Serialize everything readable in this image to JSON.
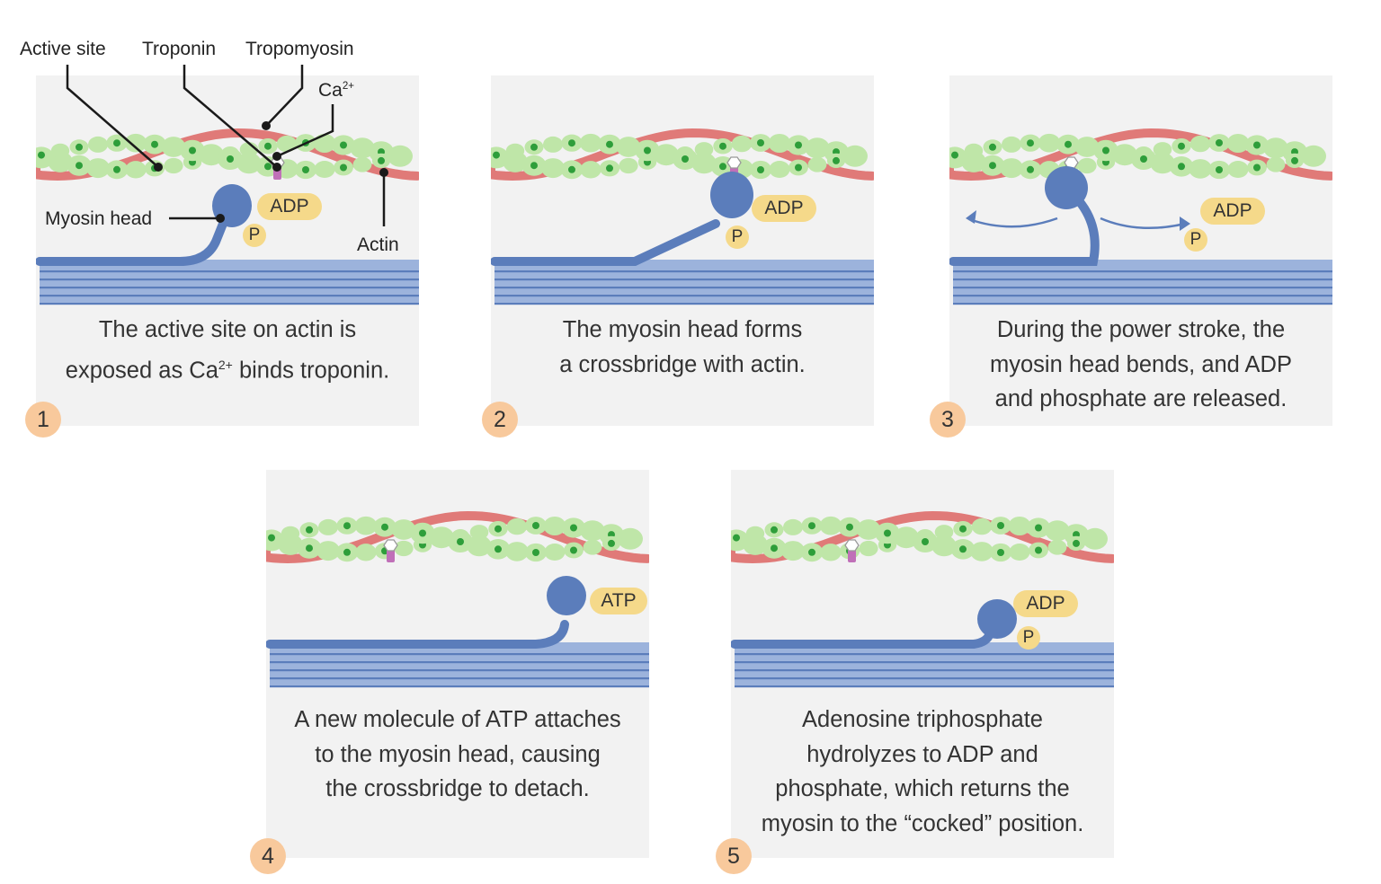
{
  "callouts": {
    "active_site": "Active site",
    "troponin": "Troponin",
    "tropomyosin": "Tropomyosin",
    "calcium": "Ca",
    "calcium_charge": "2+",
    "myosin_head": "Myosin head",
    "actin": "Actin"
  },
  "steps": [
    {
      "number": "1",
      "caption_lines": [
        "The active site on actin is",
        "exposed as Ca",
        "2+",
        " binds troponin."
      ],
      "labels": [
        "ADP",
        "P"
      ]
    },
    {
      "number": "2",
      "caption_lines": [
        "The myosin head forms",
        "a crossbridge with actin."
      ],
      "labels": [
        "ADP",
        "P"
      ]
    },
    {
      "number": "3",
      "caption_lines": [
        "During the power stroke, the",
        "myosin head bends, and ADP",
        "and phosphate are released."
      ],
      "labels": [
        "ADP",
        "P"
      ]
    },
    {
      "number": "4",
      "caption_lines": [
        "A new molecule of ATP attaches",
        "to the myosin head, causing",
        "the crossbridge to detach."
      ],
      "labels": [
        "ATP"
      ]
    },
    {
      "number": "5",
      "caption_lines": [
        "Adenosine triphosphate",
        "hydrolyzes to ADP and",
        "phosphate, which returns the",
        "myosin to the “cocked” position."
      ],
      "labels": [
        "ADP",
        "P"
      ]
    }
  ],
  "colors": {
    "panel_bg": "#f2f2f2",
    "actin_bead": "#bfe6a8",
    "actin_dot": "#2e9e3a",
    "tropomyosin": "#e07a78",
    "myosin": "#5b7dbb",
    "thick_filament": "#9cb3dc",
    "badge": "#f8c99c",
    "molecule_label": "#f5d98a",
    "troponin": "#c070b8"
  }
}
